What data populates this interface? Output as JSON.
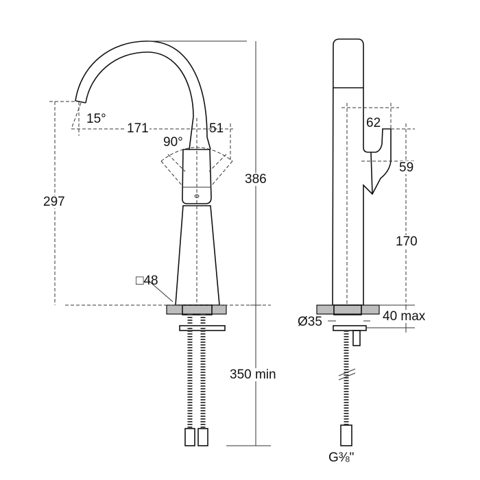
{
  "front_view": {
    "spout_angle": "15°",
    "spout_reach": "171",
    "handle_offset": "51",
    "handle_rotation": "90°",
    "total_height": "386",
    "spout_height": "297",
    "base_size": "□48",
    "hose_length": "350 min"
  },
  "side_view": {
    "handle_depth": "62",
    "handle_height": "59",
    "handle_elevation": "170",
    "hole_diameter": "Ø35",
    "deck_thickness": "40 max",
    "connection_thread": "G⅜\""
  }
}
